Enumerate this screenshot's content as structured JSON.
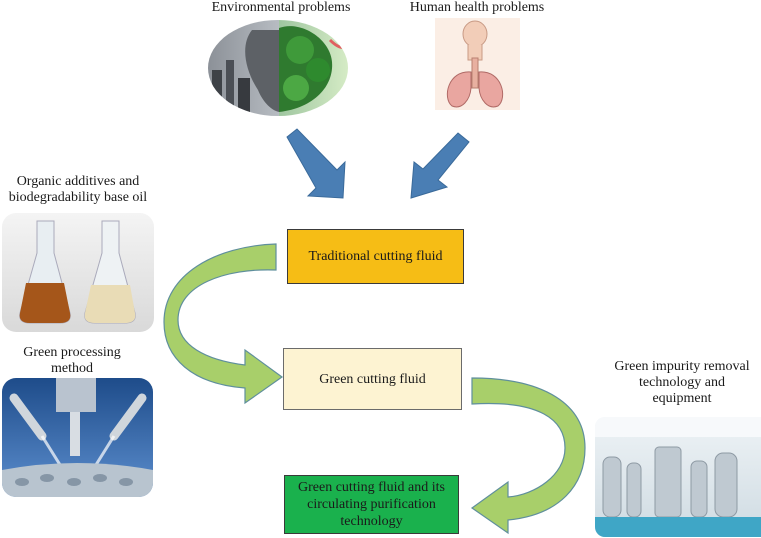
{
  "labels": {
    "environmental": "Environmental problems",
    "human_health": "Human health problems",
    "organic": "Organic additives and biodegradability base oil",
    "processing": "Green processing method",
    "impurity": "Green impurity removal technology and equipment"
  },
  "boxes": {
    "traditional": "Traditional cutting fluid",
    "green": "Green cutting fluid",
    "purification": "Green cutting fluid and its circulating purification technology"
  },
  "colors": {
    "traditional_fill": "#f6bd15",
    "green_fill": "#fdf3d2",
    "purification_fill": "#1ab14d",
    "blue_arrow": "#4a7eb4",
    "green_arrow": "#a8cf6a"
  },
  "images": {
    "face_tree": "split face with tree and polluted city image",
    "lungs": "human respiratory system illustration",
    "flasks": "two flasks with brown and pale oil",
    "nozzles": "cutting nozzles spraying fluid on metal",
    "factory": "water purification equipment in factory"
  }
}
